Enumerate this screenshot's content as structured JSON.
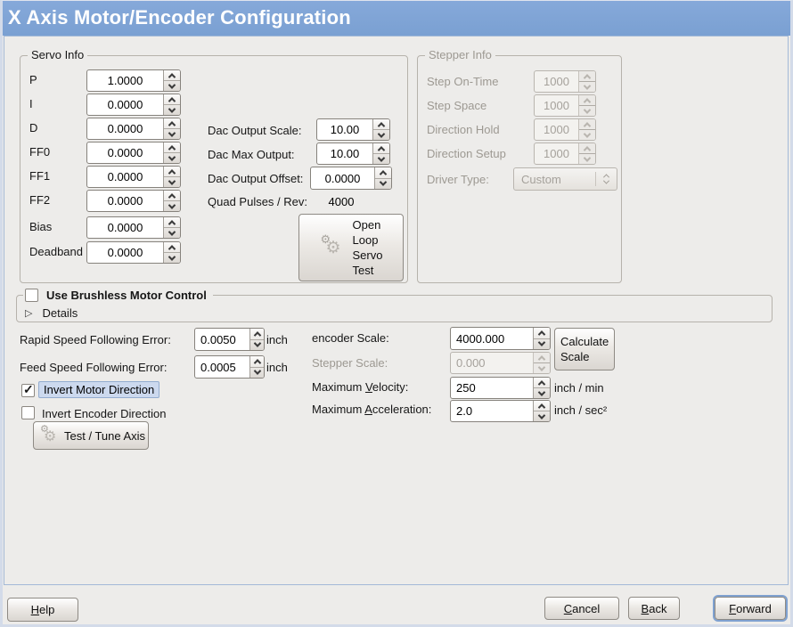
{
  "window": {
    "title": "X Axis Motor/Encoder Configuration"
  },
  "colors": {
    "titlebar": "#7aa0d2",
    "titlebar_light": "#86a9da",
    "focus_ring": "#7fa1d0",
    "highlight_bg": "#ccd9ee"
  },
  "servo_frame": {
    "title": "Servo Info",
    "fields": [
      {
        "label": "P",
        "value": "1.0000"
      },
      {
        "label": "I",
        "value": "0.0000"
      },
      {
        "label": "D",
        "value": "0.0000"
      },
      {
        "label": "FF0",
        "value": "0.0000"
      },
      {
        "label": "FF1",
        "value": "0.0000"
      },
      {
        "label": "FF2",
        "value": "0.0000"
      },
      {
        "label": "Bias",
        "value": "0.0000"
      },
      {
        "label": "Deadband",
        "value": "0.0000"
      }
    ]
  },
  "dac": {
    "output_scale_label": "Dac Output Scale:",
    "output_scale_value": "10.00",
    "max_output_label": "Dac Max Output:",
    "max_output_value": "10.00",
    "output_offset_label": "Dac Output Offset:",
    "output_offset_value": "0.0000",
    "quad_pulses_label": "Quad Pulses / Rev:",
    "quad_pulses_value": "4000",
    "open_loop_button": "Open\nLoop\nServo\nTest"
  },
  "stepper_frame": {
    "title": "Stepper Info",
    "fields": [
      {
        "label": "Step On-Time",
        "value": "1000"
      },
      {
        "label": "Step Space",
        "value": "1000"
      },
      {
        "label": "Direction Hold",
        "value": "1000"
      },
      {
        "label": "Direction Setup",
        "value": "1000"
      }
    ],
    "driver_type_label": "Driver Type:",
    "driver_type_value": "Custom"
  },
  "brushless": {
    "checkbox_label": "Use Brushless Motor Control",
    "checkbox_checked": false,
    "details_label": "Details"
  },
  "tuning": {
    "rapid_error_label": "Rapid Speed Following Error:",
    "rapid_error_value": "0.0050",
    "rapid_error_unit": "inch",
    "feed_error_label": "Feed Speed Following Error:",
    "feed_error_value": "0.0005",
    "feed_error_unit": "inch",
    "invert_motor_label": "Invert Motor Direction",
    "invert_motor_checked": true,
    "invert_encoder_label": "Invert Encoder Direction",
    "invert_encoder_checked": false,
    "test_tune_button": "Test / Tune Axis"
  },
  "scale": {
    "encoder_scale_label": "encoder Scale:",
    "encoder_scale_value": "4000.000",
    "calculate_button": "Calculate\nScale",
    "stepper_scale_label": "Stepper Scale:",
    "stepper_scale_value": "0.000",
    "max_velocity_label": "Maximum Velocity:",
    "max_velocity_value": "250",
    "max_velocity_unit": "inch / min",
    "max_accel_label": "Maximum Acceleration:",
    "max_accel_value": "2.0",
    "max_accel_unit": "inch / sec²"
  },
  "actions": {
    "help": "Help",
    "cancel": "Cancel",
    "back": "Back",
    "forward": "Forward"
  },
  "icons": [
    "gears-icon",
    "spin-up-icon",
    "spin-down-icon",
    "expander-triangle-icon",
    "combo-arrows-icon"
  ]
}
